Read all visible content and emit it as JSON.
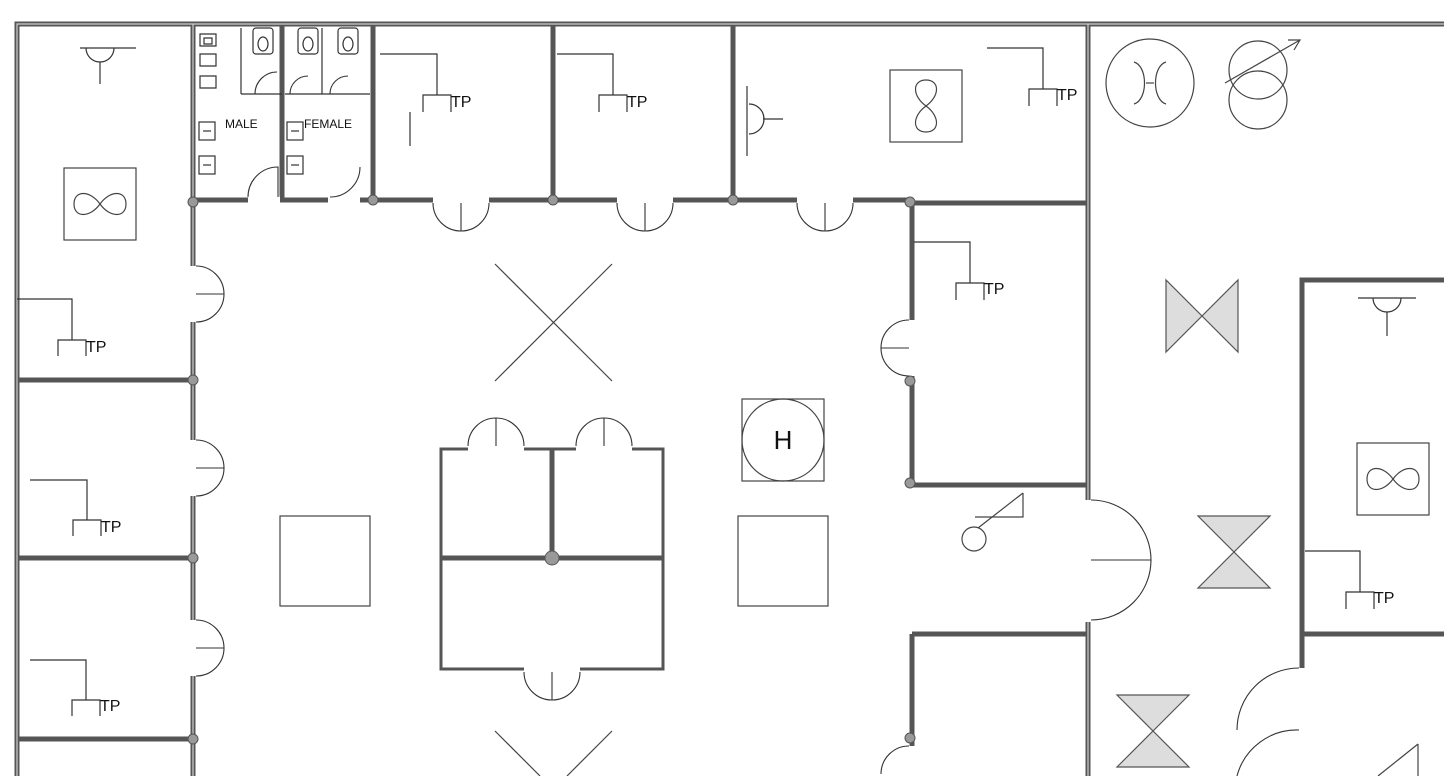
{
  "labels": {
    "male": "MALE",
    "female": "FEMALE",
    "telephone": "TP",
    "hose_reel": "H"
  },
  "symbols": [
    "ceiling-fan-icon",
    "split-ac-icon",
    "telephone-point-icon",
    "wall-light-icon",
    "exhaust-fan-icon",
    "transformer-icon",
    "circuit-breaker-icon",
    "water-closet-icon",
    "urinal-icon",
    "wash-basin-icon",
    "double-door-icon",
    "hose-reel-icon"
  ],
  "colors": {
    "wall": "#555555",
    "line": "#333333",
    "breaker_fill": "#dddddd"
  }
}
